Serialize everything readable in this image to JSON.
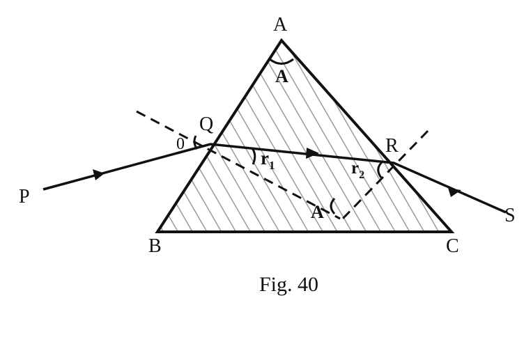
{
  "figure": {
    "caption": "Fig. 40",
    "colors": {
      "ink": "#111111",
      "hatch": "#9a9a9a",
      "background": "#ffffff"
    }
  },
  "labels": {
    "vertex_a": "A",
    "vertex_b": "B",
    "vertex_c": "C",
    "apex_angle": "A",
    "normal_angle": "A",
    "point_p": "P",
    "point_q": "Q",
    "point_r": "R",
    "point_s": "S",
    "incidence_angle": "0",
    "r1_main": "r",
    "r1_sub": "1",
    "r2_main": "r",
    "r2_sub": "2"
  }
}
